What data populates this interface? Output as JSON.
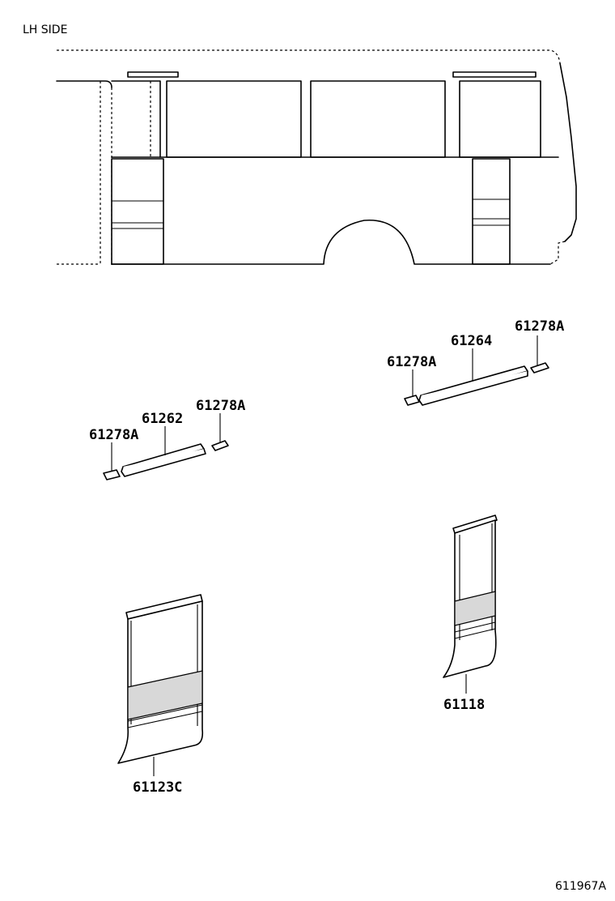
{
  "view_label": "LH SIDE",
  "diagram_id": "611967A",
  "callouts": {
    "rail_rear": "61264",
    "clip_rear_right": "61278A",
    "clip_rear_left": "61278A",
    "rail_front": "61262",
    "clip_front_right": "61278A",
    "clip_front_left": "61278A",
    "panel_rear": "61118",
    "panel_front": "61123C"
  }
}
